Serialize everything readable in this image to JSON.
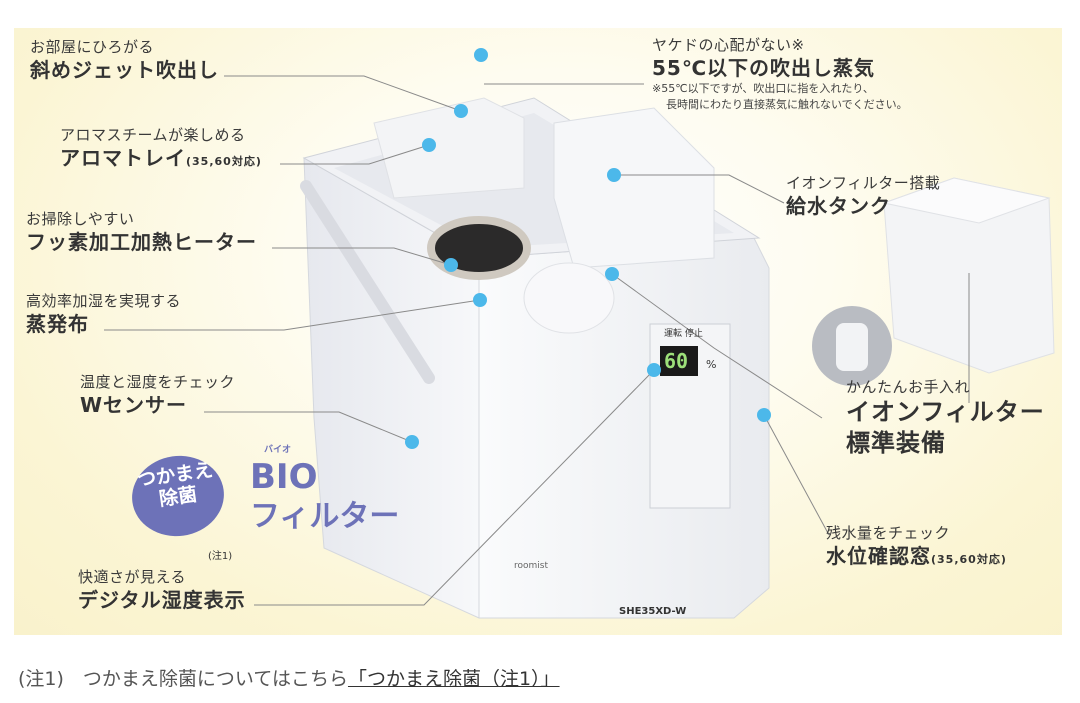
{
  "features": [
    {
      "sub": "お部屋にひろがる",
      "main": "斜めジェット吹出し"
    },
    {
      "sub": "アロマスチームが楽しめる",
      "main": "アロマトレイ",
      "suffix": "(35,60対応)"
    },
    {
      "sub": "お掃除しやすい",
      "main": "フッ素加工加熱ヒーター"
    },
    {
      "sub": "高効率加湿を実現する",
      "main": "蒸発布"
    },
    {
      "sub": "温度と湿度をチェック",
      "main": "Wセンサー"
    },
    {
      "sub": "快適さが見える",
      "main": "デジタル湿度表示"
    },
    {
      "sub": "ヤケドの心配がない※",
      "main": "55℃以下の吹出し蒸気",
      "note1": "※55℃以下ですが、吹出口に指を入れたり、",
      "note2": "長時間にわたり直接蒸気に触れないでください。"
    },
    {
      "sub": "イオンフィルター搭載",
      "main": "給水タンク"
    },
    {
      "sub": "かんたんお手入れ",
      "main": "イオンフィルター",
      "main2": "標準装備"
    },
    {
      "sub": "残水量をチェック",
      "main": "水位確認窓",
      "suffix": "(35,60対応)"
    }
  ],
  "bio": {
    "badge1": "つかまえ",
    "badge2": "除菌",
    "note": "(注1)",
    "ruby": "バイオ",
    "title1": "BIO",
    "title2": "フィルター"
  },
  "product": {
    "display": "60",
    "unit": "%",
    "btn_run": "運転",
    "btn_stop": "停止",
    "brand": "roomist",
    "model": "SHE35XD-W"
  },
  "caption": {
    "prefix": "(注1)　つかまえ除菌についてはこちら",
    "link": "「つかまえ除菌（注1）」"
  },
  "colors": {
    "dot": "#4cb8ea",
    "bio": "#6d72b8",
    "background": "#fbf5d4"
  }
}
